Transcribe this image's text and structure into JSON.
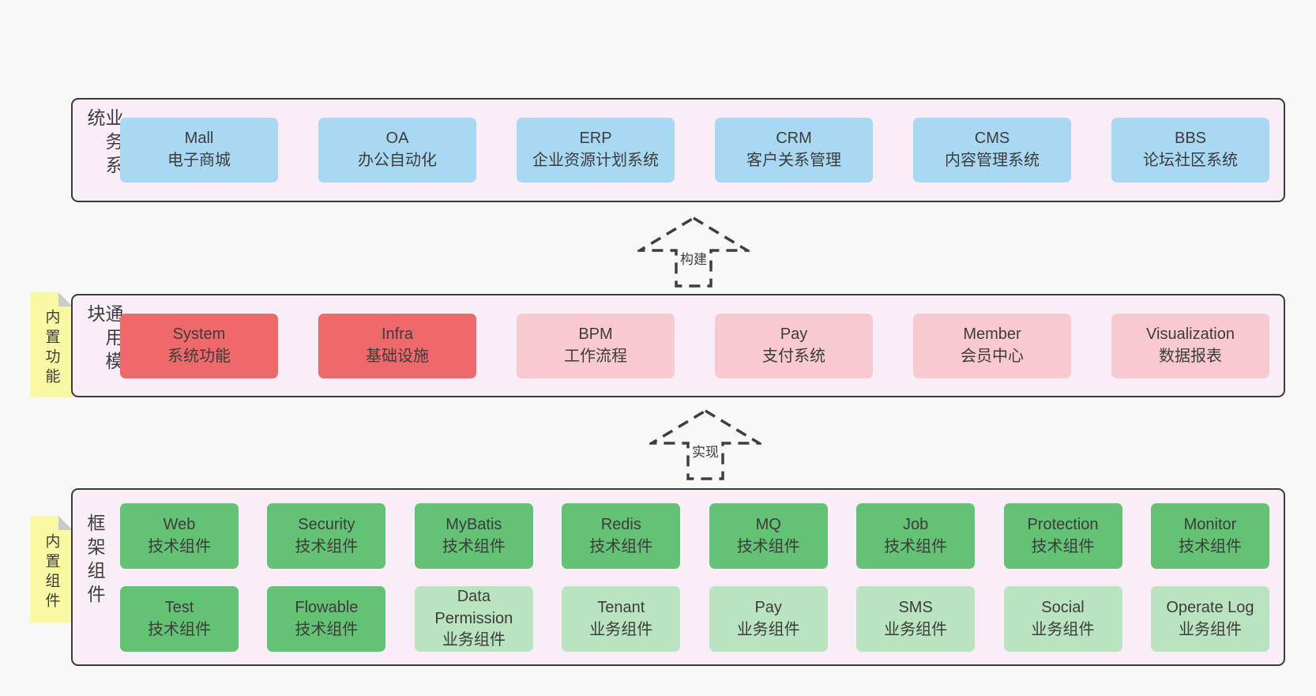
{
  "colors": {
    "page_bg": "#f8f8f8",
    "tier_bg": "#f9eef7",
    "tier_border": "#3a3a3a",
    "blue_box": "#a9d9f2",
    "red_box": "#f0696a",
    "pink_box": "#f9c9d1",
    "green_box": "#64c274",
    "light_green_box": "#bae4c0",
    "sticky_yellow": "#f9f8a3",
    "sticky_fold": "#cbcbcb",
    "arrow_stroke": "#3e3e3e",
    "text": "#3c3c3c"
  },
  "tier1": {
    "label": "业务系统",
    "boxes": [
      {
        "title": "Mall",
        "subtitle": "电子商城"
      },
      {
        "title": "OA",
        "subtitle": "办公自动化"
      },
      {
        "title": "ERP",
        "subtitle": "企业资源计划系统"
      },
      {
        "title": "CRM",
        "subtitle": "客户关系管理"
      },
      {
        "title": "CMS",
        "subtitle": "内容管理系统"
      },
      {
        "title": "BBS",
        "subtitle": "论坛社区系统"
      }
    ]
  },
  "arrows": [
    {
      "label": "构建"
    },
    {
      "label": "实现"
    }
  ],
  "tier2": {
    "label": "通用模块",
    "sticky": "内置功能",
    "boxes": [
      {
        "title": "System",
        "subtitle": "系统功能"
      },
      {
        "title": "Infra",
        "subtitle": "基础设施"
      },
      {
        "title": "BPM",
        "subtitle": "工作流程"
      },
      {
        "title": "Pay",
        "subtitle": "支付系统"
      },
      {
        "title": "Member",
        "subtitle": "会员中心"
      },
      {
        "title": "Visualization",
        "subtitle": "数据报表"
      }
    ]
  },
  "tier3": {
    "label": "框架组件",
    "sticky": "内置组件",
    "row1": [
      {
        "title": "Web",
        "subtitle": "技术组件"
      },
      {
        "title": "Security",
        "subtitle": "技术组件"
      },
      {
        "title": "MyBatis",
        "subtitle": "技术组件"
      },
      {
        "title": "Redis",
        "subtitle": "技术组件"
      },
      {
        "title": "MQ",
        "subtitle": "技术组件"
      },
      {
        "title": "Job",
        "subtitle": "技术组件"
      },
      {
        "title": "Protection",
        "subtitle": "技术组件"
      },
      {
        "title": "Monitor",
        "subtitle": "技术组件"
      }
    ],
    "row2": [
      {
        "title": "Test",
        "subtitle": "技术组件"
      },
      {
        "title": "Flowable",
        "subtitle": "技术组件"
      },
      {
        "title": "Data Permission",
        "subtitle": "业务组件"
      },
      {
        "title": "Tenant",
        "subtitle": "业务组件"
      },
      {
        "title": "Pay",
        "subtitle": "业务组件"
      },
      {
        "title": "SMS",
        "subtitle": "业务组件"
      },
      {
        "title": "Social",
        "subtitle": "业务组件"
      },
      {
        "title": "Operate Log",
        "subtitle": "业务组件"
      }
    ]
  }
}
